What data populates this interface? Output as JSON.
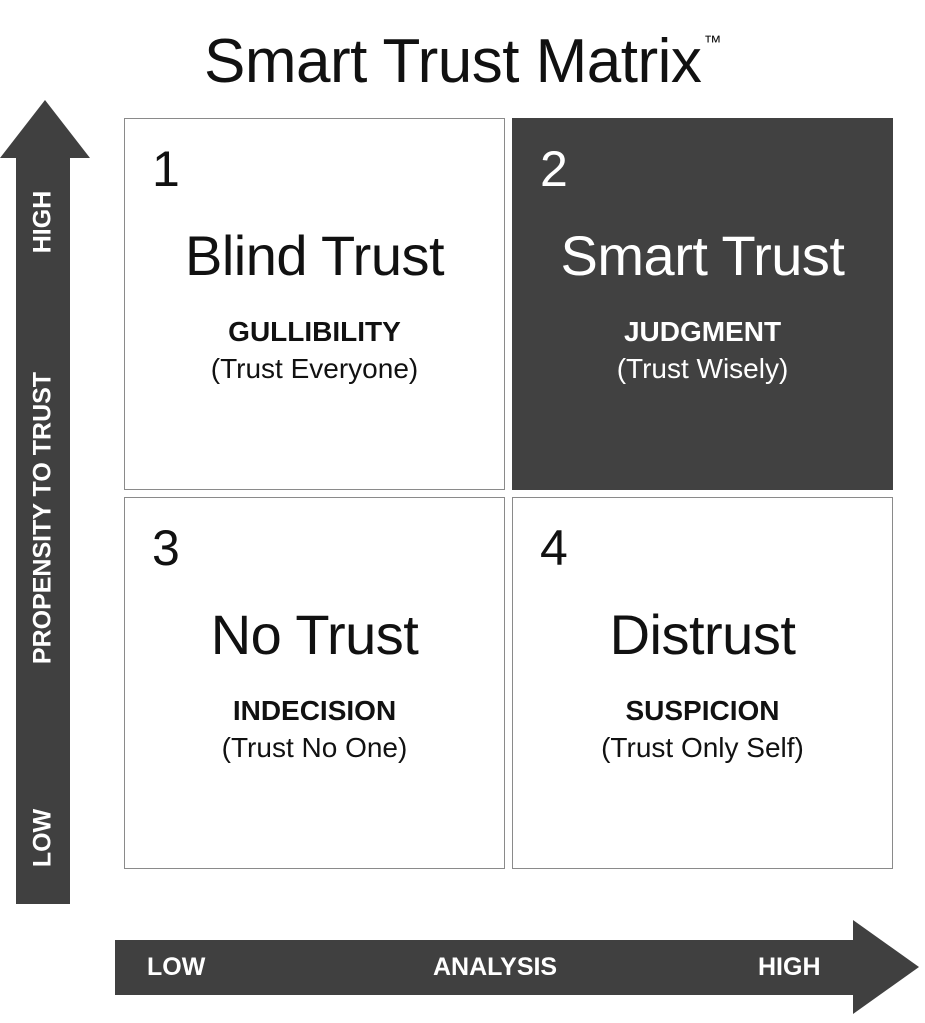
{
  "title": "Smart Trust Matrix",
  "trademark": "™",
  "y_axis": {
    "label": "PROPENSITY TO TRUST",
    "low": "LOW",
    "high": "HIGH"
  },
  "x_axis": {
    "label": "ANALYSIS",
    "low": "LOW",
    "high": "HIGH"
  },
  "colors": {
    "arrow": "#404040",
    "highlight_quadrant": "#414141",
    "quadrant_border": "#8a8a8a"
  },
  "quadrants": [
    {
      "number": "1",
      "name": "Blind Trust",
      "keyword": "GULLIBILITY",
      "description": "(Trust Everyone)",
      "highlighted": false
    },
    {
      "number": "2",
      "name": "Smart Trust",
      "keyword": "JUDGMENT",
      "description": "(Trust Wisely)",
      "highlighted": true
    },
    {
      "number": "3",
      "name": "No Trust",
      "keyword": "INDECISION",
      "description": "(Trust No One)",
      "highlighted": false
    },
    {
      "number": "4",
      "name": "Distrust",
      "keyword": "SUSPICION",
      "description": "(Trust Only Self)",
      "highlighted": false
    }
  ]
}
